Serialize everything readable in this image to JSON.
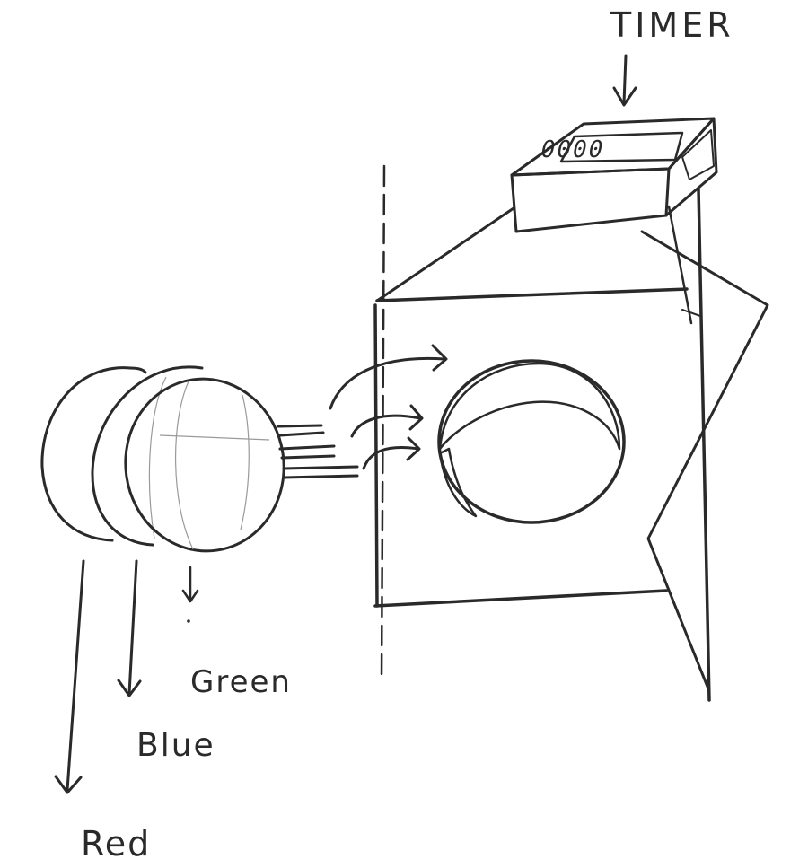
{
  "labels": {
    "timer": "TIMER",
    "green": "Green",
    "blue": "Blue",
    "red": "Red"
  },
  "timer_display": {
    "digits": "0000"
  },
  "colors": {
    "ink": "#2a2a2a",
    "paper": "#ffffff"
  }
}
